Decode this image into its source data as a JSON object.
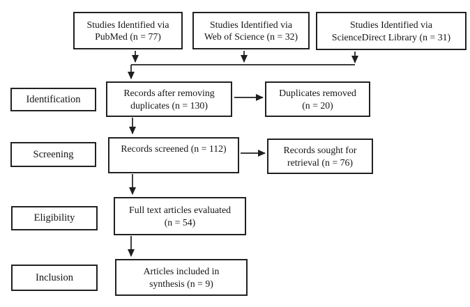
{
  "diagram": {
    "type": "prisma-flowchart",
    "colors": {
      "background": "#ffffff",
      "border": "#212121",
      "text": "#141414",
      "line": "#1f1f1f"
    },
    "sources": [
      {
        "line1": "Studies Identified via",
        "line2": "PubMed (n = 77)"
      },
      {
        "line1": "Studies Identified via",
        "line2": "Web of Science (n = 32)"
      },
      {
        "line1": "Studies Identified via",
        "line2": "ScienceDirect Library (n = 31)"
      }
    ],
    "stages": [
      {
        "label": "Identification"
      },
      {
        "label": "Screening"
      },
      {
        "label": "Eligibility"
      },
      {
        "label": "Inclusion"
      }
    ],
    "flow": [
      {
        "line1": "Records after removing",
        "line2": "duplicates (n = 130)"
      },
      {
        "line1": "Records screened (n = 112)",
        "line2": ""
      },
      {
        "line1": "Full text articles evaluated",
        "line2": "(n = 54)"
      },
      {
        "line1": "Articles included in",
        "line2": "synthesis (n = 9)"
      }
    ],
    "side": [
      {
        "line1": "Duplicates removed",
        "line2": "(n = 20)"
      },
      {
        "line1": "Records sought for",
        "line2": "retrieval (n = 76)"
      }
    ]
  }
}
